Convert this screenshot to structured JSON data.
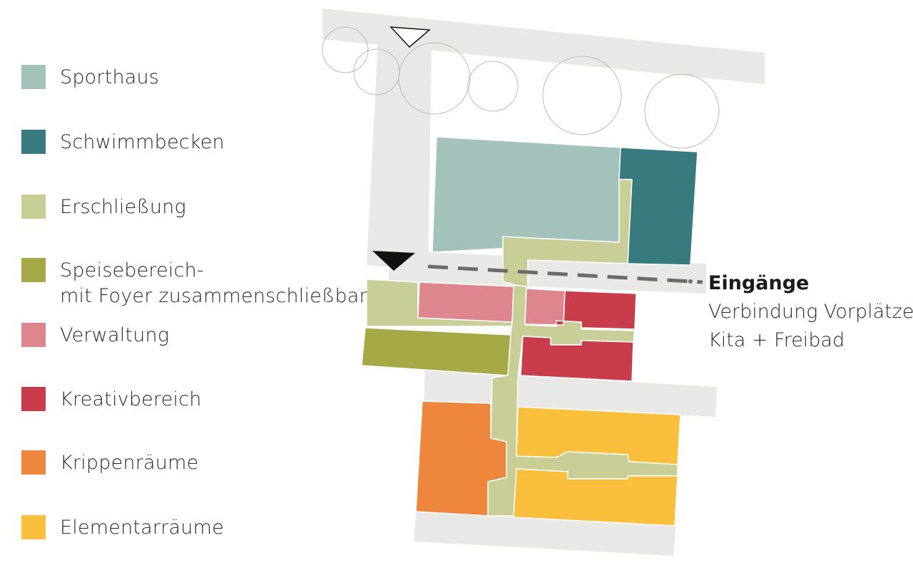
{
  "legend": [
    {
      "id": "sporthaus",
      "lines": [
        "Sporthaus"
      ],
      "color": "#a3c2bc"
    },
    {
      "id": "schwimmbecken",
      "lines": [
        "Schwimmbecken"
      ],
      "color": "#387b7e"
    },
    {
      "id": "erschliessung",
      "lines": [
        "Erschließung"
      ],
      "color": "#c9cd96"
    },
    {
      "id": "speisebereich",
      "lines": [
        "Speisebereich-",
        "mit Foyer zusammenschließbar"
      ],
      "color": "#a5a946"
    },
    {
      "id": "verwaltung",
      "lines": [
        "Verwaltung"
      ],
      "color": "#dd868e"
    },
    {
      "id": "kreativbereich",
      "lines": [
        "Kreativbereich"
      ],
      "color": "#c83c4b"
    },
    {
      "id": "krippenraeume",
      "lines": [
        "Krippenräume"
      ],
      "color": "#ee873d"
    },
    {
      "id": "elementarraeume",
      "lines": [
        "Elementarräume"
      ],
      "color": "#fabf3c"
    }
  ],
  "annotation": {
    "title": "Eingänge",
    "lines": [
      "Verbindung Vorplätze",
      "Kita + Freibad"
    ]
  },
  "colors": {
    "path": "#e8e8e7",
    "tree_outline": "#bbbbbb",
    "entrance_marker": "#111111",
    "dashed_line": "#6b6b6b"
  }
}
